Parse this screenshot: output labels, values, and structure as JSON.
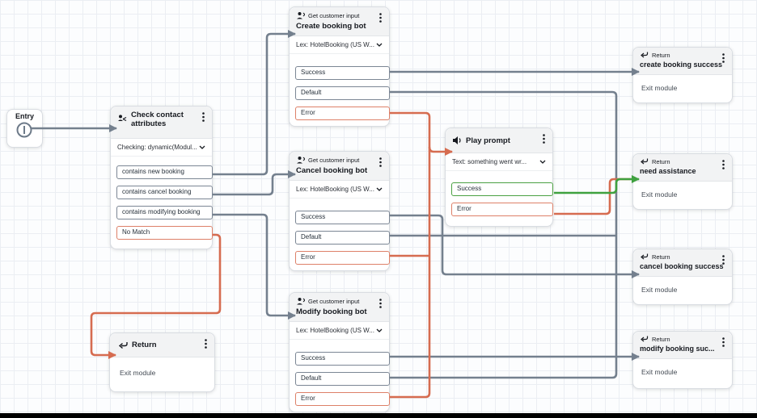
{
  "colors": {
    "connector_default": "#74808e",
    "connector_error": "#d66c50",
    "connector_success": "#3fa13f",
    "header_bg": "#f2f3f4",
    "grid_line": "#ebeef3"
  },
  "icons": {
    "entry": "entry-port-icon",
    "check_attributes": "person-branch-icon",
    "get_customer_input": "person-speech-icon",
    "play_prompt": "speaker-icon",
    "return": "return-arrow-icon",
    "menu": "kebab-menu-icon",
    "dropdown": "chevron-down-icon"
  },
  "nodes": {
    "entry": {
      "label": "Entry"
    },
    "check_contact_attributes": {
      "title": "Check contact attributes",
      "dropdown_value": "Checking: dynamic(Modul...",
      "branches": [
        "contains new booking",
        "contains cancel booking",
        "contains modifying booking",
        "No Match"
      ]
    },
    "create_booking_bot": {
      "type_label": "Get customer input",
      "title": "Create booking bot",
      "dropdown_value": "Lex: HotelBooking (US W...",
      "branches": [
        "Success",
        "Default",
        "Error"
      ]
    },
    "cancel_booking_bot": {
      "type_label": "Get customer input",
      "title": "Cancel booking bot",
      "dropdown_value": "Lex: HotelBooking (US W...",
      "branches": [
        "Success",
        "Default",
        "Error"
      ]
    },
    "modify_booking_bot": {
      "type_label": "Get customer input",
      "title": "Modify booking bot",
      "dropdown_value": "Lex: HotelBooking (US W...",
      "branches": [
        "Success",
        "Error"
      ],
      "branches_full": [
        "Success",
        "Default",
        "Error"
      ]
    },
    "play_prompt": {
      "title": "Play prompt",
      "dropdown_value": "Text: something went wr...",
      "branches": [
        "Success",
        "Error"
      ]
    },
    "return_no_match": {
      "title": "Return",
      "body": "Exit module"
    },
    "return_create": {
      "type_label": "Return",
      "title": "create booking success",
      "body": "Exit module"
    },
    "return_need": {
      "type_label": "Return",
      "title": "need assistance",
      "body": "Exit module"
    },
    "return_cancel": {
      "type_label": "Return",
      "title": "cancel booking success",
      "body": "Exit module"
    },
    "return_modify": {
      "type_label": "Return",
      "title": "modify booking suc...",
      "body": "Exit module"
    }
  }
}
